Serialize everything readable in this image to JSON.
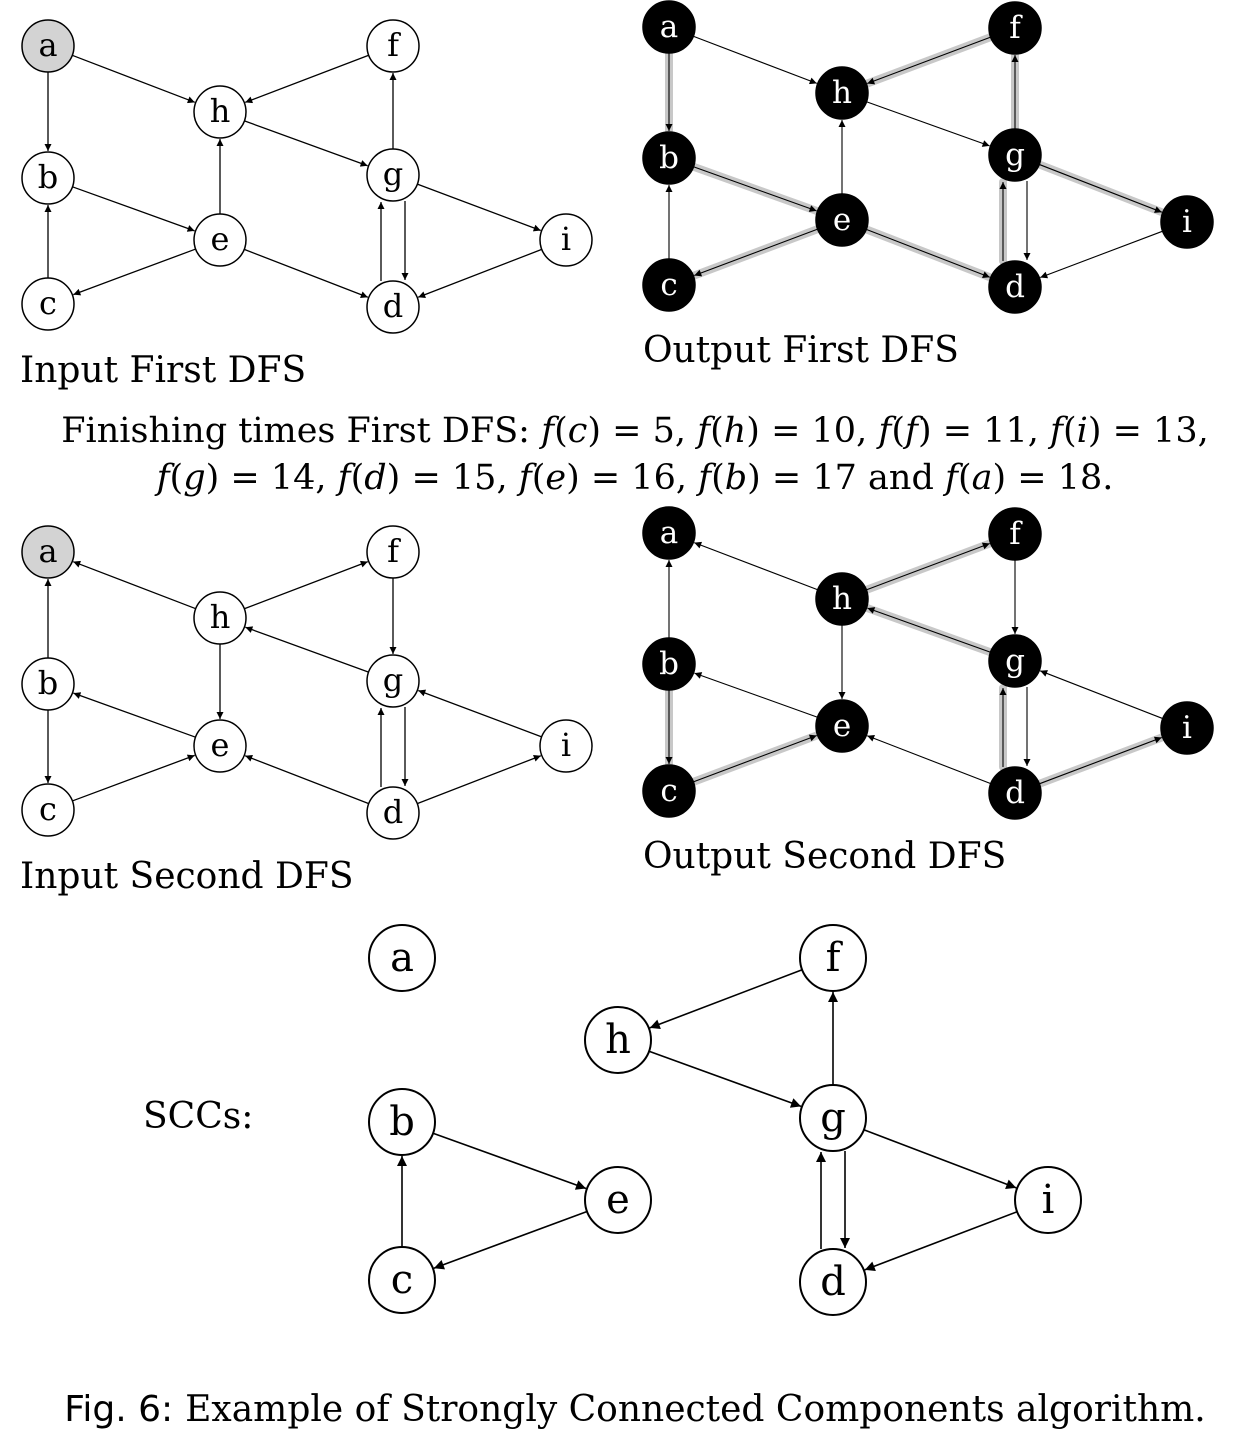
{
  "panels": [
    {
      "id": "input-first",
      "caption": "Input First DFS",
      "style": "input",
      "nodes": [
        {
          "id": "a",
          "label": "a",
          "fill": "grey"
        },
        {
          "id": "b",
          "label": "b"
        },
        {
          "id": "c",
          "label": "c"
        },
        {
          "id": "e",
          "label": "e"
        },
        {
          "id": "h",
          "label": "h"
        },
        {
          "id": "f",
          "label": "f"
        },
        {
          "id": "g",
          "label": "g"
        },
        {
          "id": "d",
          "label": "d"
        },
        {
          "id": "i",
          "label": "i"
        }
      ],
      "edges": [
        {
          "from": "a",
          "to": "h"
        },
        {
          "from": "a",
          "to": "b"
        },
        {
          "from": "f",
          "to": "h"
        },
        {
          "from": "h",
          "to": "g"
        },
        {
          "from": "b",
          "to": "e"
        },
        {
          "from": "e",
          "to": "h"
        },
        {
          "from": "e",
          "to": "c"
        },
        {
          "from": "c",
          "to": "b"
        },
        {
          "from": "e",
          "to": "d"
        },
        {
          "from": "g",
          "to": "f"
        },
        {
          "from": "g",
          "to": "d"
        },
        {
          "from": "d",
          "to": "g"
        },
        {
          "from": "g",
          "to": "i"
        },
        {
          "from": "i",
          "to": "d"
        }
      ]
    },
    {
      "id": "output-first",
      "caption": "Output First DFS",
      "style": "output",
      "nodes": [
        {
          "id": "a",
          "label": "a"
        },
        {
          "id": "b",
          "label": "b"
        },
        {
          "id": "c",
          "label": "c"
        },
        {
          "id": "e",
          "label": "e"
        },
        {
          "id": "h",
          "label": "h"
        },
        {
          "id": "f",
          "label": "f"
        },
        {
          "id": "g",
          "label": "g"
        },
        {
          "id": "d",
          "label": "d"
        },
        {
          "id": "i",
          "label": "i"
        }
      ],
      "edges": [
        {
          "from": "a",
          "to": "h"
        },
        {
          "from": "a",
          "to": "b",
          "tree": true
        },
        {
          "from": "f",
          "to": "h",
          "tree": true
        },
        {
          "from": "h",
          "to": "g"
        },
        {
          "from": "b",
          "to": "e",
          "tree": true
        },
        {
          "from": "e",
          "to": "h"
        },
        {
          "from": "e",
          "to": "c",
          "tree": true
        },
        {
          "from": "c",
          "to": "b"
        },
        {
          "from": "e",
          "to": "d",
          "tree": true
        },
        {
          "from": "g",
          "to": "f",
          "tree": true
        },
        {
          "from": "g",
          "to": "d"
        },
        {
          "from": "d",
          "to": "g",
          "tree": true
        },
        {
          "from": "g",
          "to": "i",
          "tree": true
        },
        {
          "from": "i",
          "to": "d"
        }
      ]
    },
    {
      "id": "input-second",
      "caption": "Input Second DFS",
      "style": "input",
      "nodes": [
        {
          "id": "a",
          "label": "a",
          "fill": "grey"
        },
        {
          "id": "b",
          "label": "b"
        },
        {
          "id": "c",
          "label": "c"
        },
        {
          "id": "e",
          "label": "e"
        },
        {
          "id": "h",
          "label": "h"
        },
        {
          "id": "f",
          "label": "f"
        },
        {
          "id": "g",
          "label": "g"
        },
        {
          "id": "d",
          "label": "d"
        },
        {
          "id": "i",
          "label": "i"
        }
      ],
      "edges": [
        {
          "from": "h",
          "to": "a"
        },
        {
          "from": "b",
          "to": "a"
        },
        {
          "from": "h",
          "to": "f"
        },
        {
          "from": "g",
          "to": "h"
        },
        {
          "from": "e",
          "to": "b"
        },
        {
          "from": "h",
          "to": "e"
        },
        {
          "from": "c",
          "to": "e"
        },
        {
          "from": "b",
          "to": "c"
        },
        {
          "from": "d",
          "to": "e"
        },
        {
          "from": "f",
          "to": "g"
        },
        {
          "from": "d",
          "to": "g"
        },
        {
          "from": "g",
          "to": "d"
        },
        {
          "from": "i",
          "to": "g"
        },
        {
          "from": "d",
          "to": "i"
        }
      ]
    },
    {
      "id": "output-second",
      "caption": "Output Second DFS",
      "style": "output",
      "nodes": [
        {
          "id": "a",
          "label": "a"
        },
        {
          "id": "b",
          "label": "b"
        },
        {
          "id": "c",
          "label": "c"
        },
        {
          "id": "e",
          "label": "e"
        },
        {
          "id": "h",
          "label": "h"
        },
        {
          "id": "f",
          "label": "f"
        },
        {
          "id": "g",
          "label": "g"
        },
        {
          "id": "d",
          "label": "d"
        },
        {
          "id": "i",
          "label": "i"
        }
      ],
      "edges": [
        {
          "from": "h",
          "to": "a"
        },
        {
          "from": "b",
          "to": "a"
        },
        {
          "from": "h",
          "to": "f",
          "tree": true
        },
        {
          "from": "g",
          "to": "h",
          "tree": true
        },
        {
          "from": "e",
          "to": "b"
        },
        {
          "from": "h",
          "to": "e"
        },
        {
          "from": "c",
          "to": "e",
          "tree": true
        },
        {
          "from": "b",
          "to": "c",
          "tree": true
        },
        {
          "from": "d",
          "to": "e"
        },
        {
          "from": "f",
          "to": "g"
        },
        {
          "from": "d",
          "to": "g",
          "tree": true
        },
        {
          "from": "g",
          "to": "d"
        },
        {
          "from": "i",
          "to": "g"
        },
        {
          "from": "d",
          "to": "i",
          "tree": true
        }
      ]
    },
    {
      "id": "sccs",
      "caption": "SCCs:",
      "style": "large",
      "nodes": [
        {
          "id": "a",
          "label": "a"
        },
        {
          "id": "b",
          "label": "b"
        },
        {
          "id": "c",
          "label": "c"
        },
        {
          "id": "e",
          "label": "e"
        },
        {
          "id": "h",
          "label": "h"
        },
        {
          "id": "f",
          "label": "f"
        },
        {
          "id": "g",
          "label": "g"
        },
        {
          "id": "d",
          "label": "d"
        },
        {
          "id": "i",
          "label": "i"
        }
      ],
      "edges": [
        {
          "from": "b",
          "to": "e"
        },
        {
          "from": "e",
          "to": "c"
        },
        {
          "from": "c",
          "to": "b"
        },
        {
          "from": "f",
          "to": "h"
        },
        {
          "from": "h",
          "to": "g"
        },
        {
          "from": "g",
          "to": "f"
        },
        {
          "from": "g",
          "to": "i"
        },
        {
          "from": "i",
          "to": "d"
        },
        {
          "from": "g",
          "to": "d"
        },
        {
          "from": "d",
          "to": "g"
        }
      ]
    }
  ],
  "finishing_times": {
    "prefix": "Finishing times First DFS:",
    "times": [
      {
        "node": "c",
        "value": "5"
      },
      {
        "node": "h",
        "value": "10"
      },
      {
        "node": "f",
        "value": "11"
      },
      {
        "node": "i",
        "value": "13"
      },
      {
        "node": "g",
        "value": "14"
      },
      {
        "node": "d",
        "value": "15"
      },
      {
        "node": "e",
        "value": "16"
      },
      {
        "node": "b",
        "value": "17"
      },
      {
        "node": "a",
        "value": "18"
      }
    ],
    "and_word": "and"
  },
  "figure_caption": {
    "label": "Fig. 6:",
    "text": "Example of Strongly Connected Components algorithm."
  }
}
